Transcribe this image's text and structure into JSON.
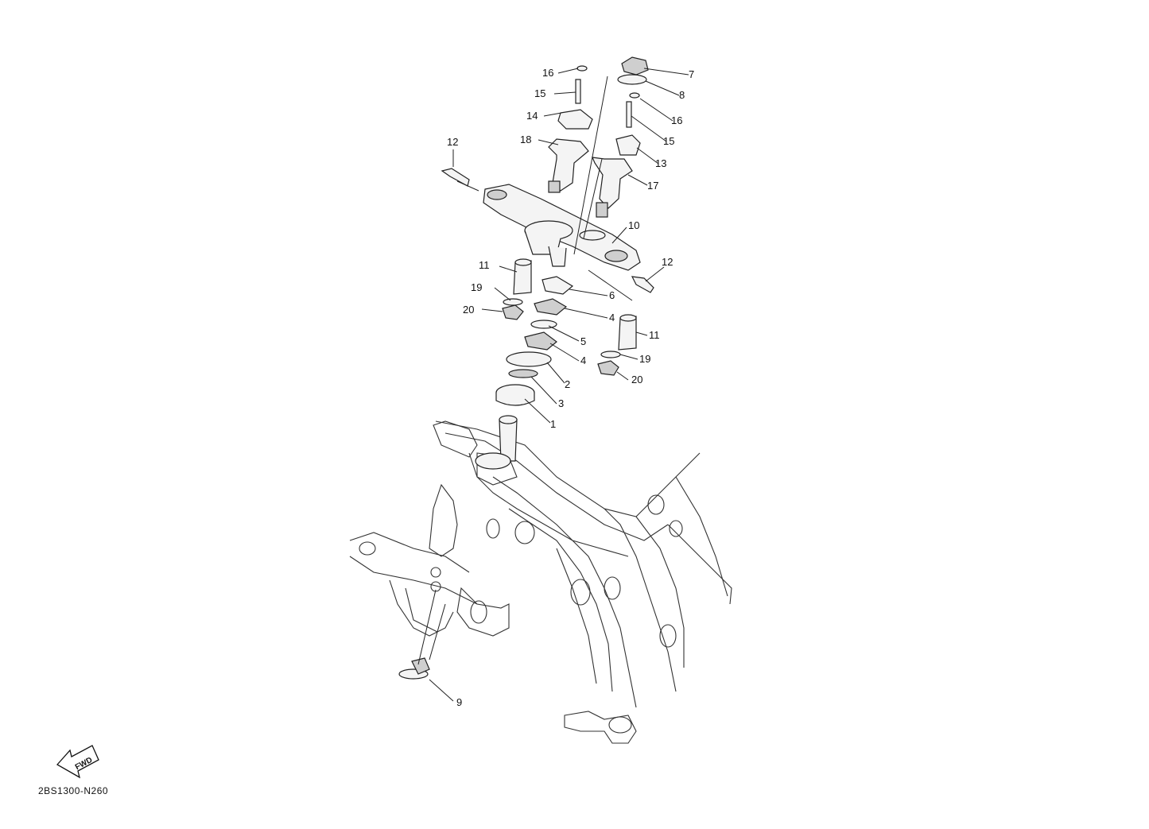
{
  "diagram": {
    "drawing_code": "2BS1300-N260",
    "fwd_label": "FWD",
    "callouts": [
      {
        "key": "c16a",
        "text": "16"
      },
      {
        "key": "c15a",
        "text": "15"
      },
      {
        "key": "c14",
        "text": "14"
      },
      {
        "key": "c18",
        "text": "18"
      },
      {
        "key": "c12a",
        "text": "12"
      },
      {
        "key": "c7",
        "text": "7"
      },
      {
        "key": "c8",
        "text": "8"
      },
      {
        "key": "c16b",
        "text": "16"
      },
      {
        "key": "c15b",
        "text": "15"
      },
      {
        "key": "c13",
        "text": "13"
      },
      {
        "key": "c17",
        "text": "17"
      },
      {
        "key": "c10",
        "text": "10"
      },
      {
        "key": "c12b",
        "text": "12"
      },
      {
        "key": "c11a",
        "text": "11"
      },
      {
        "key": "c19a",
        "text": "19"
      },
      {
        "key": "c20a",
        "text": "20"
      },
      {
        "key": "c6",
        "text": "6"
      },
      {
        "key": "c4a",
        "text": "4"
      },
      {
        "key": "c5",
        "text": "5"
      },
      {
        "key": "c4b",
        "text": "4"
      },
      {
        "key": "c2",
        "text": "2"
      },
      {
        "key": "c3",
        "text": "3"
      },
      {
        "key": "c1",
        "text": "1"
      },
      {
        "key": "c11b",
        "text": "11"
      },
      {
        "key": "c19b",
        "text": "19"
      },
      {
        "key": "c20b",
        "text": "20"
      },
      {
        "key": "c9",
        "text": "9"
      }
    ]
  }
}
